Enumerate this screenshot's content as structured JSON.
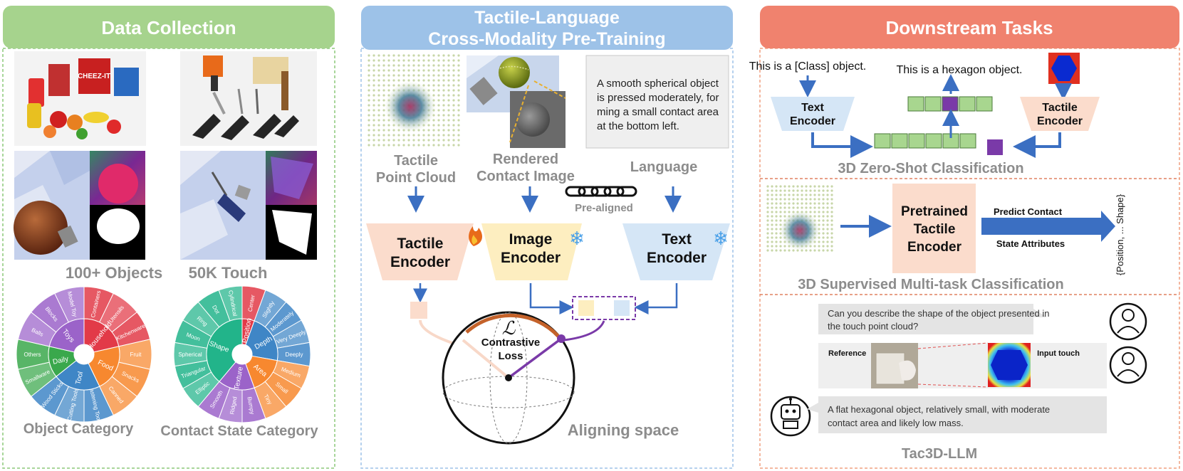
{
  "panels": {
    "collection": {
      "title": "Data Collection",
      "objects_label": "100+  Objects",
      "touch_label": "50K  Touch",
      "object_category_label": "Object Category",
      "contact_category_label": "Contact State Category",
      "object_wheel": {
        "inner": [
          {
            "label": "Household",
            "color": "#e23a48"
          },
          {
            "label": "Food",
            "color": "#f7882f"
          },
          {
            "label": "Tool",
            "color": "#3f86c6"
          },
          {
            "label": "Daily",
            "color": "#3aa84c"
          },
          {
            "label": "Toys",
            "color": "#9b63c9"
          }
        ],
        "outer": [
          "Containers",
          "Utensils",
          "Kitchenware",
          "Fruit",
          "Snacks",
          "Canned",
          "Fastening Tools",
          "Cutting Tools",
          "Wood Sticks",
          "Smallware",
          "Others",
          "Balls",
          "Blocks",
          "Model Toy"
        ]
      },
      "contact_wheel": {
        "inner": [
          {
            "label": "Position",
            "color": "#e23a48"
          },
          {
            "label": "Depth",
            "color": "#3f86c6"
          },
          {
            "label": "Area",
            "color": "#f7882f"
          },
          {
            "label": "Texture",
            "color": "#9b63c9"
          },
          {
            "label": "Shape",
            "color": "#22b48a"
          }
        ],
        "outer": [
          "Center",
          "Slightly",
          "Moderately",
          "Very Deeply",
          "Deeply",
          "Medium",
          "Small",
          "Tiny",
          "Bumpy",
          "Ridged",
          "Smooth",
          "Elliptic",
          "Triangular",
          "Spherical",
          "Moon",
          "Ring",
          "Dot",
          "Cylindrical"
        ]
      }
    },
    "pretrain": {
      "title_line1": "Tactile-Language",
      "title_line2": "Cross-Modality Pre-Training",
      "description": [
        "A smooth spherical object",
        "is pressed moderately, for",
        "ming a small contact area",
        "at the bottom left."
      ],
      "tactile_label_1": "Tactile",
      "tactile_label_2": "Point Cloud",
      "rendered_label_1": "Rendered",
      "rendered_label_2": "Contact Image",
      "language_label": "Language",
      "pre_aligned": "Pre-aligned",
      "tactile_encoder": [
        "Tactile",
        "Encoder"
      ],
      "image_encoder": [
        "Image",
        "Encoder"
      ],
      "text_encoder": [
        "Text",
        "Encoder"
      ],
      "loss_symbol": "ℒ",
      "loss_label": [
        "Contrastive",
        "Loss"
      ],
      "aligning_space": "Aligning space"
    },
    "downstream": {
      "title": "Downstream Tasks",
      "class_prompt": "This is a [Class] object.",
      "hexagon_prompt": "This is a hexagon object.",
      "text_encoder": [
        "Text",
        "Encoder"
      ],
      "tactile_encoder": [
        "Tactile",
        "Encoder"
      ],
      "zero_shot_label": "3D Zero-Shot Classification",
      "pretrained_encoder": [
        "Pretrained",
        "Tactile",
        "Encoder"
      ],
      "predict_1": "Predict Contact",
      "predict_2": "State Attributes",
      "attributes": "{Position, ... Shape}",
      "supervised_label": "3D Supervised Multi-task Classification",
      "question": [
        "Can you describe the shape of the object presented in",
        "the touch point cloud?"
      ],
      "reference_label": "Reference",
      "input_touch_label": "Input touch",
      "answer": [
        "A flat hexagonal object, relatively small, with moderate",
        "contact area and likely low mass."
      ],
      "llm_label": "Tac3D-LLM"
    }
  },
  "colors": {
    "green_header": "#a6d38d",
    "blue_header": "#9dc2e8",
    "red_header": "#f0826e",
    "arrow_blue": "#3b6fc2",
    "encoder_pink": "#fbdccc",
    "encoder_yellow": "#fdeec0",
    "encoder_blue": "#d5e6f6",
    "purple": "#7a3aa8",
    "loss_orange": "#c4622a",
    "cell_green": "#a8d68f",
    "gray_text": "#8c8c8c"
  }
}
